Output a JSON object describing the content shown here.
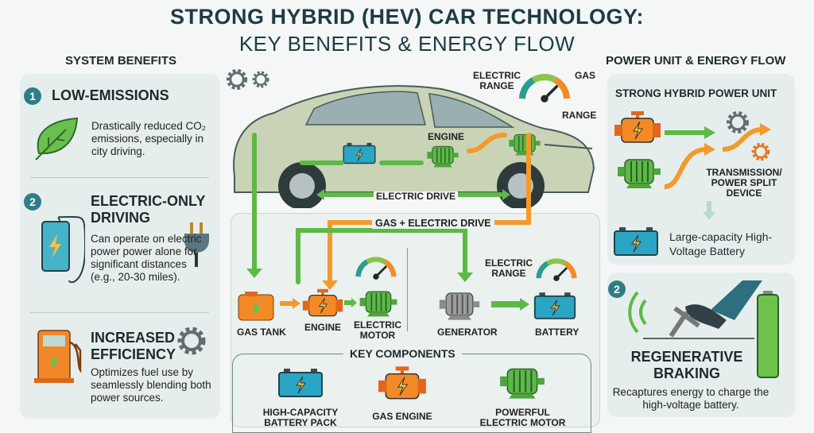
{
  "title": {
    "line1": "STRONG HYBRID (HEV) CAR TECHNOLOGY:",
    "line2": "KEY BENEFITS & ENERGY FLOW"
  },
  "left": {
    "header": "SYSTEM BENEFITS",
    "items": [
      {
        "badge": "1",
        "title": "LOW-EMISSIONS",
        "desc": "Drastically reduced CO₂ emissions, especially in city driving.",
        "icon": "leaf-icon"
      },
      {
        "badge": "2",
        "title": "ELECTRIC-ONLY DRIVING",
        "desc": "Can operate on electric power power alone for significant distances (e.g., 20-30 miles).",
        "icon": "battery-plug-icon"
      },
      {
        "title": "INCREASED EFFICIENCY",
        "desc": "Optimizes fuel use by seamlessly blending both power sources.",
        "icon": "fuel-pump-icon"
      }
    ]
  },
  "car": {
    "electric_range": "ELECTRIC RANGE",
    "gas": "GAS",
    "range": "RANGE",
    "engine": "ENGINE",
    "electric_drive": "ELECTRIC DRIVE"
  },
  "flow": {
    "gas_electric_drive": "GAS + ELECTRIC DRIVE",
    "gas_tank": "GAS TANK",
    "engine": "ENGINE",
    "electric_motor": "ELECTRIC MOTOR",
    "generator": "GENERATOR",
    "battery": "BATTERY",
    "electric_range": "ELECTRIC RANGE"
  },
  "key_components": {
    "header": "KEY COMPONENTS",
    "items": [
      "HIGH-CAPACITY BATTERY PACK",
      "GAS ENGINE",
      "POWERFUL ELECTRIC MOTOR"
    ]
  },
  "right": {
    "header": "POWER UNIT & ENERGY FLOW",
    "power_unit": {
      "title": "STRONG HYBRID POWER UNIT",
      "transmission": "TRANSMISSION/ POWER SPLIT DEVICE",
      "battery": "Large-capacity High-Voltage Battery"
    },
    "regen": {
      "badge": "2",
      "title": "REGENERATIVE BRAKING",
      "desc": "Recaptures energy to charge the high-voltage battery."
    }
  },
  "colors": {
    "title": "#1d3b44",
    "green": "#5cb946",
    "orange": "#f39a2b",
    "teal": "#2e7d86",
    "battery": "#2aa6c4"
  }
}
